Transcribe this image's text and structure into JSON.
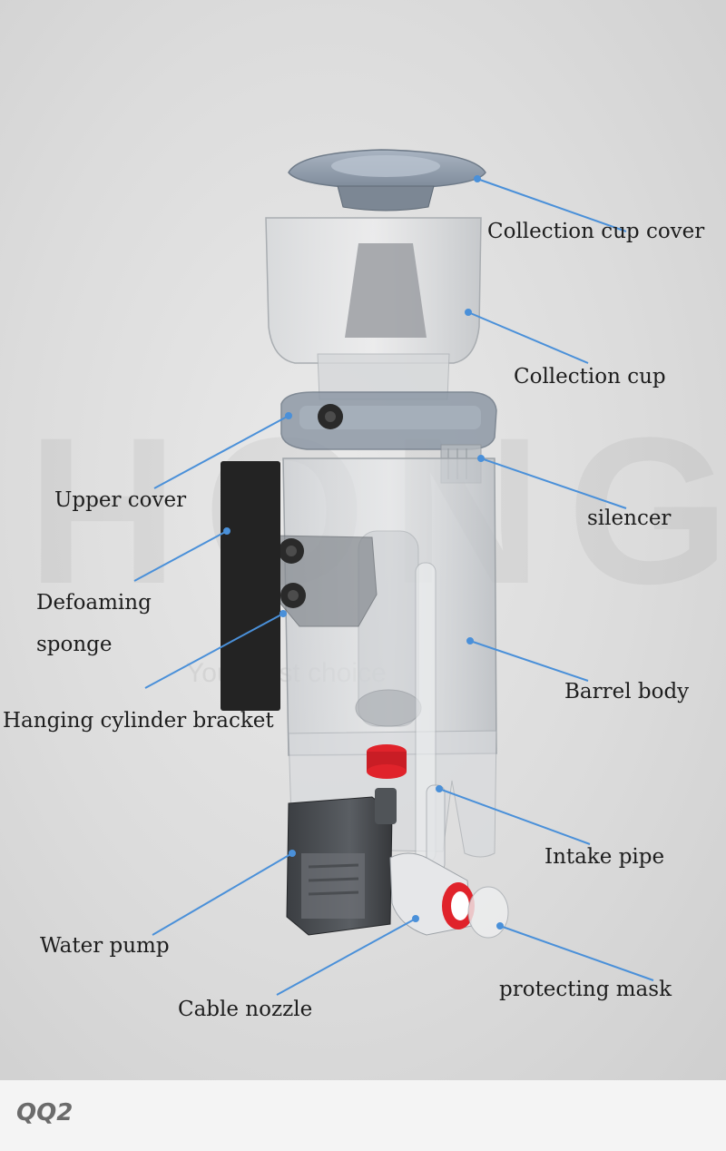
{
  "watermark": {
    "brand": "HONGYI",
    "tagline": "Your best choice"
  },
  "footer": {
    "code": "QQ2"
  },
  "colors": {
    "leader": "#4a90d9",
    "pump_accent": "#e0232b",
    "sponge": "#232323"
  },
  "labels": {
    "collection_cup_cover": "Collection cup cover",
    "collection_cup": "Collection cup",
    "upper_cover": "Upper cover",
    "silencer": "silencer",
    "defoaming_sponge_line1": "Defoaming",
    "defoaming_sponge_line2": "sponge",
    "hanging_cylinder_bracket": "Hanging cylinder bracket",
    "barrel_body": "Barrel body",
    "intake_pipe": "Intake pipe",
    "water_pump": "Water pump",
    "cable_nozzle": "Cable nozzle",
    "protecting_mask": "protecting mask"
  }
}
